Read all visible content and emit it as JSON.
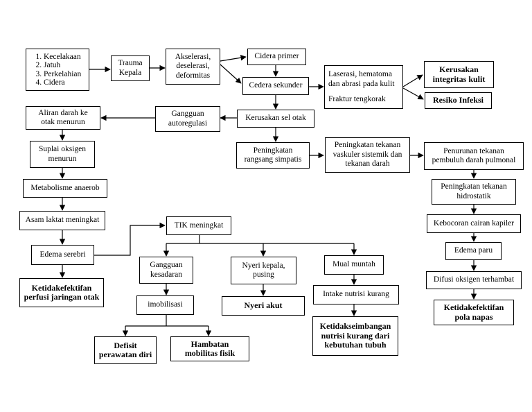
{
  "nodes": {
    "causes": {
      "items": [
        "Kecelakaan",
        "Jatuh",
        "Perkelahian",
        "Cidera"
      ]
    },
    "trauma": {
      "label": "Trauma\nKepala"
    },
    "akselerasi": {
      "label": "Akselerasi,\ndeselerasi,\ndeformitas"
    },
    "cidera_primer": {
      "label": "Cidera primer"
    },
    "cedera_sekunder": {
      "label": "Cedera sekunder"
    },
    "laserasi": {
      "line1": "Laserasi, hematoma\ndan abrasi pada kulit",
      "line2": "Fraktur tengkorak"
    },
    "kerusakan_integritas": {
      "label": "Kerusakan\nintegritas kulit"
    },
    "resiko_infeksi": {
      "label": "Resiko Infeksi"
    },
    "kerusakan_sel": {
      "label": "Kerusakan sel otak"
    },
    "gangguan_autoregulasi": {
      "label": "Gangguan\nautoregulasi"
    },
    "aliran_darah": {
      "label": "Aliran darah ke\notak menurun"
    },
    "suplai_oksigen": {
      "label": "Suplai oksigen\nmenurun"
    },
    "metabolisme": {
      "label": "Metabolisme anaerob"
    },
    "asam_laktat": {
      "label": "Asam laktat meningkat"
    },
    "edema_serebri": {
      "label": "Edema serebri"
    },
    "ketidakefektifan_perfusi": {
      "label": "Ketidakefektifan\nperfusi jaringan otak"
    },
    "tik_meningkat": {
      "label": "TIK meningkat"
    },
    "gangguan_kesadaran": {
      "label": "Gangguan\nkesadaran"
    },
    "imobilisasi": {
      "label": "imobilisasi"
    },
    "defisit_perawatan": {
      "label": "Defisit\nperawatan diri"
    },
    "hambatan_mobilitas": {
      "label": "Hambatan\nmobilitas fisik"
    },
    "nyeri_kepala": {
      "label": "Nyeri kepala,\npusing"
    },
    "nyeri_akut": {
      "label": "Nyeri akut"
    },
    "mual_muntah": {
      "label": "Mual muntah"
    },
    "intake_nutrisi": {
      "label": "Intake nutrisi kurang"
    },
    "ketidakseimbangan_nutrisi": {
      "label": "Ketidakseimbangan\nnutrisi kurang dari\nkebutuhan tubuh"
    },
    "rangsang_simpatis": {
      "label": "Peningkatan\nrangsang simpatis"
    },
    "tekanan_vaskuler": {
      "label": "Peningkatan tekanan\nvaskuler sistemik dan\ntekanan darah"
    },
    "penurunan_tekanan": {
      "label": "Penurunan tekanan\npembuluh darah pulmonal"
    },
    "tekanan_hidrostatik": {
      "label": "Peningkatan tekanan\nhidrostatik"
    },
    "kebocoran_cairan": {
      "label": "Kebocoran cairan kapiler"
    },
    "edema_paru": {
      "label": "Edema paru"
    },
    "difusi_oksigen": {
      "label": "Difusi oksigen terhambat"
    },
    "ketidakefektifan_napas": {
      "label": "Ketidakefektifan\npola napas"
    }
  },
  "colors": {
    "stroke": "#000000",
    "background": "#ffffff"
  }
}
